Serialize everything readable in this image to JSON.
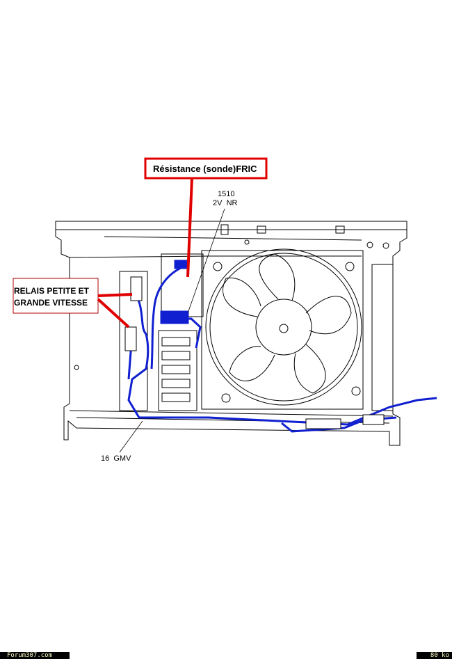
{
  "labels": {
    "resistance": "Résistance (sonde)FRIC",
    "part_number": "1510",
    "part_code": "2V  NR",
    "relais_line1": "RELAIS PETITE ET",
    "relais_line2": "GRANDE VITESSE",
    "harness": "16  GMV"
  },
  "footer": {
    "site": "Forum307.com",
    "size": "80 ko"
  },
  "colors": {
    "annotation": "#e00000",
    "wiring": "#1020d0",
    "line": "#000000"
  }
}
